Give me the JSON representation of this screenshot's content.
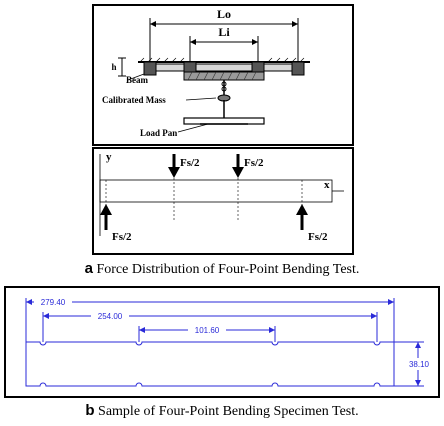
{
  "figure_a": {
    "setup": {
      "outer_span_label": "Lo",
      "inner_span_label": "Li",
      "h_label": "h",
      "beam_label": "Beam",
      "mass_label": "Calibrated Mass",
      "pan_label": "Load Pan"
    },
    "force_diagram": {
      "y_axis": "y",
      "x_axis": "x",
      "top_load_left": "Fs/2",
      "top_load_right": "Fs/2",
      "bottom_support_left": "Fs/2",
      "bottom_support_right": "Fs/2"
    },
    "caption_letter": "a",
    "caption_text": "Force Distribution of Four-Point Bending Test."
  },
  "figure_b": {
    "dimensions": {
      "total_length": "279.40",
      "outer_span": "254.00",
      "inner_span": "101.60",
      "height": "38.10"
    },
    "colors": {
      "drawing": "#2a2ad8"
    },
    "caption_letter": "b",
    "caption_text": "Sample of Four-Point Bending Specimen Test."
  }
}
